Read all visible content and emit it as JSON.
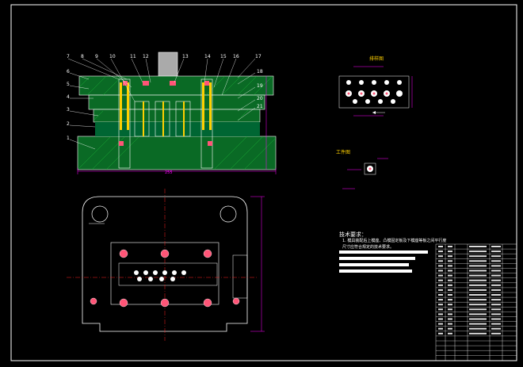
{
  "colors": {
    "background": "#000000",
    "frame": "#ffffff",
    "section": "#0a7a2a",
    "hatch": "#1fbf3a",
    "dimension": "#ff00ff",
    "outline": "#ffffff",
    "part_yellow": "#ffd000",
    "pink_hole": "#ff5577",
    "center_line": "#ff2020"
  },
  "notes": {
    "title": "技术要求：",
    "line1": "1. 模具装配后上模座、凸模固定板及下模座等板之间平行度",
    "line2": "尺寸应符合规定的技术要求。"
  },
  "views": {
    "strip_label": "排样图",
    "part_label": "工件图"
  },
  "icons": {
    "callout": "leader-number-icon",
    "hole": "bolt-hole-icon",
    "crosshair": "center-mark-icon"
  }
}
